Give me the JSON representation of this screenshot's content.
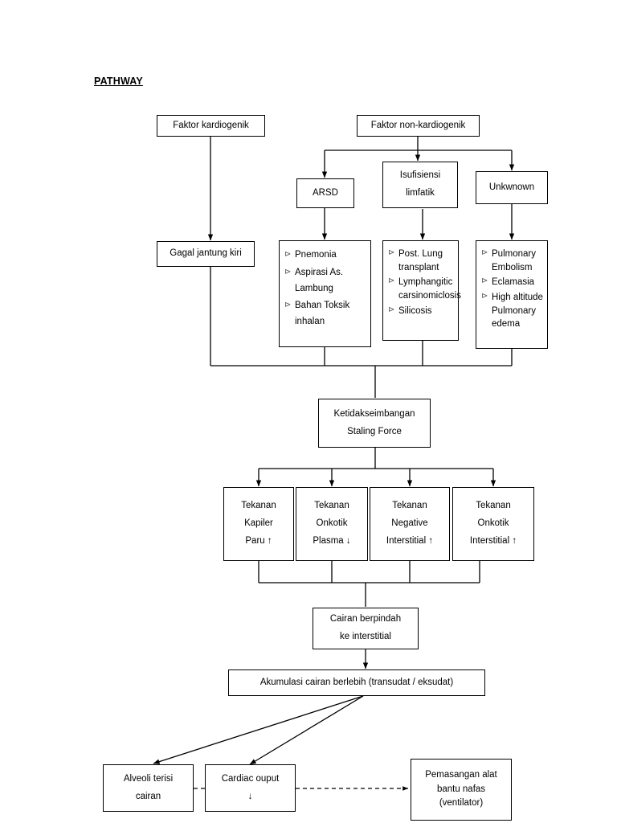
{
  "document": {
    "title": "PATHWAY"
  },
  "diagram": {
    "type": "flowchart",
    "orientation": "top-down",
    "nodes": {
      "faktor_kardiogenik": {
        "lines": [
          "Faktor kardiogenik"
        ]
      },
      "faktor_non_kardiogenik": {
        "lines": [
          "Faktor non-kardiogenik"
        ]
      },
      "arsd": {
        "lines": [
          "ARSD"
        ]
      },
      "isufisiensi_limfatik": {
        "lines": [
          "Isufisiensi",
          "limfatik"
        ]
      },
      "unkwnown": {
        "lines": [
          "Unkwnown"
        ]
      },
      "gagal_jantung_kiri": {
        "lines": [
          "Gagal jantung kiri"
        ]
      },
      "arsd_list": {
        "bullet": "⊳",
        "items": [
          "Pnemonia",
          "Aspirasi As. Lambung",
          "Bahan Toksik inhalan"
        ]
      },
      "limfatik_list": {
        "bullet": "⊳",
        "items": [
          "Post. Lung transplant",
          "Lymphangitic carsinomiclosis",
          "Silicosis"
        ]
      },
      "unknown_list": {
        "bullet": "⊳",
        "items": [
          "Pulmonary Embolism",
          "Eclamasia",
          "High altitude Pulmonary edema"
        ]
      },
      "ketidakseimbangan": {
        "lines": [
          "Ketidakseimbangan",
          "Staling Force"
        ]
      },
      "tekanan_kapiler_paru": {
        "lines": [
          "Tekanan",
          "Kapiler",
          "Paru ↑"
        ]
      },
      "tekanan_onkotik_plasma": {
        "lines": [
          "Tekanan",
          "Onkotik",
          "Plasma ↓"
        ]
      },
      "tekanan_negative_interstitial": {
        "lines": [
          "Tekanan",
          "Negative",
          "Interstitial ↑"
        ]
      },
      "tekanan_onkotik_interstitial": {
        "lines": [
          "Tekanan",
          "Onkotik",
          "Interstitial ↑"
        ]
      },
      "cairan_berpindah": {
        "lines": [
          "Cairan berpindah",
          "ke interstitial"
        ]
      },
      "akumulasi_cairan": {
        "lines": [
          "Akumulasi cairan berlebih (transudat / eksudat)"
        ]
      },
      "alveoli_terisi_cairan": {
        "lines": [
          "Alveoli terisi",
          "cairan"
        ]
      },
      "cardiac_ouput": {
        "lines": [
          "Cardiac ouput",
          "↓"
        ]
      },
      "pemasangan_ventilator": {
        "lines": [
          "Pemasangan alat",
          "bantu nafas",
          "(ventilator)"
        ]
      }
    },
    "style": {
      "line_color": "#000000",
      "box_border_color": "#000000",
      "background": "#ffffff",
      "text_color": "#000000"
    }
  }
}
